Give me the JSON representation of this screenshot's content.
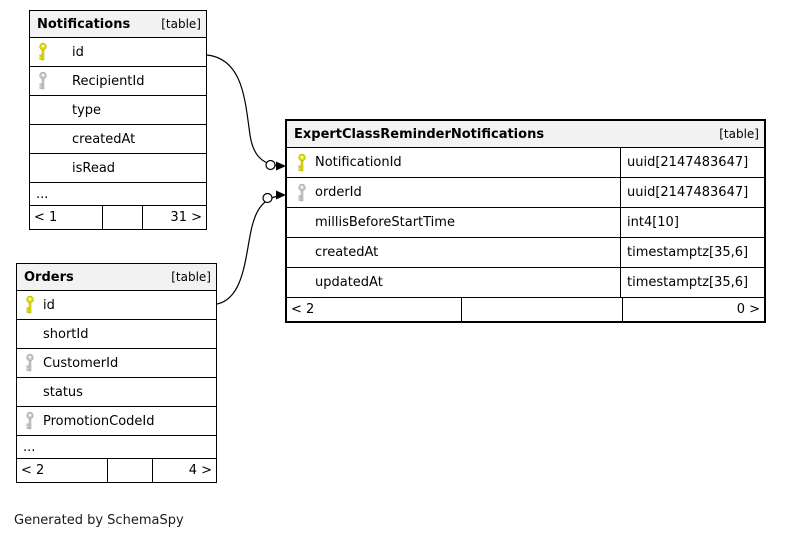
{
  "diagram": {
    "caption": "Generated by SchemaSpy",
    "colors": {
      "primary_key": "#e3e300",
      "foreign_key": "#c9c9c9",
      "header_bg": "#f2f2f2",
      "border": "#000000"
    },
    "tables": [
      {
        "name": "Notifications",
        "badge": "[table]",
        "columns": [
          {
            "name": "id",
            "key": "primary"
          },
          {
            "name": "RecipientId",
            "key": "foreign"
          },
          {
            "name": "type",
            "key": null
          },
          {
            "name": "createdAt",
            "key": null
          },
          {
            "name": "isRead",
            "key": null
          }
        ],
        "ellipsis": "...",
        "footer": {
          "left": "< 1",
          "middle": "",
          "right": "31 >"
        }
      },
      {
        "name": "Orders",
        "badge": "[table]",
        "columns": [
          {
            "name": "id",
            "key": "primary"
          },
          {
            "name": "shortId",
            "key": null
          },
          {
            "name": "CustomerId",
            "key": "foreign"
          },
          {
            "name": "status",
            "key": null
          },
          {
            "name": "PromotionCodeId",
            "key": "foreign"
          }
        ],
        "ellipsis": "...",
        "footer": {
          "left": "< 2",
          "middle": "",
          "right": "4 >"
        }
      },
      {
        "name": "ExpertClassReminderNotifications",
        "badge": "[table]",
        "columns": [
          {
            "name": "NotificationId",
            "type": "uuid[2147483647]",
            "key": "primary"
          },
          {
            "name": "orderId",
            "type": "uuid[2147483647]",
            "key": "foreign"
          },
          {
            "name": "millisBeforeStartTime",
            "type": "int4[10]",
            "key": null
          },
          {
            "name": "createdAt",
            "type": "timestamptz[35,6]",
            "key": null
          },
          {
            "name": "updatedAt",
            "type": "timestamptz[35,6]",
            "key": null
          }
        ],
        "footer": {
          "left": "< 2",
          "middle": "",
          "right": "0 >"
        }
      }
    ],
    "relationships": [
      {
        "from": "Notifications.id",
        "to": "ExpertClassReminderNotifications.NotificationId"
      },
      {
        "from": "Orders.id",
        "to": "ExpertClassReminderNotifications.orderId"
      }
    ]
  }
}
